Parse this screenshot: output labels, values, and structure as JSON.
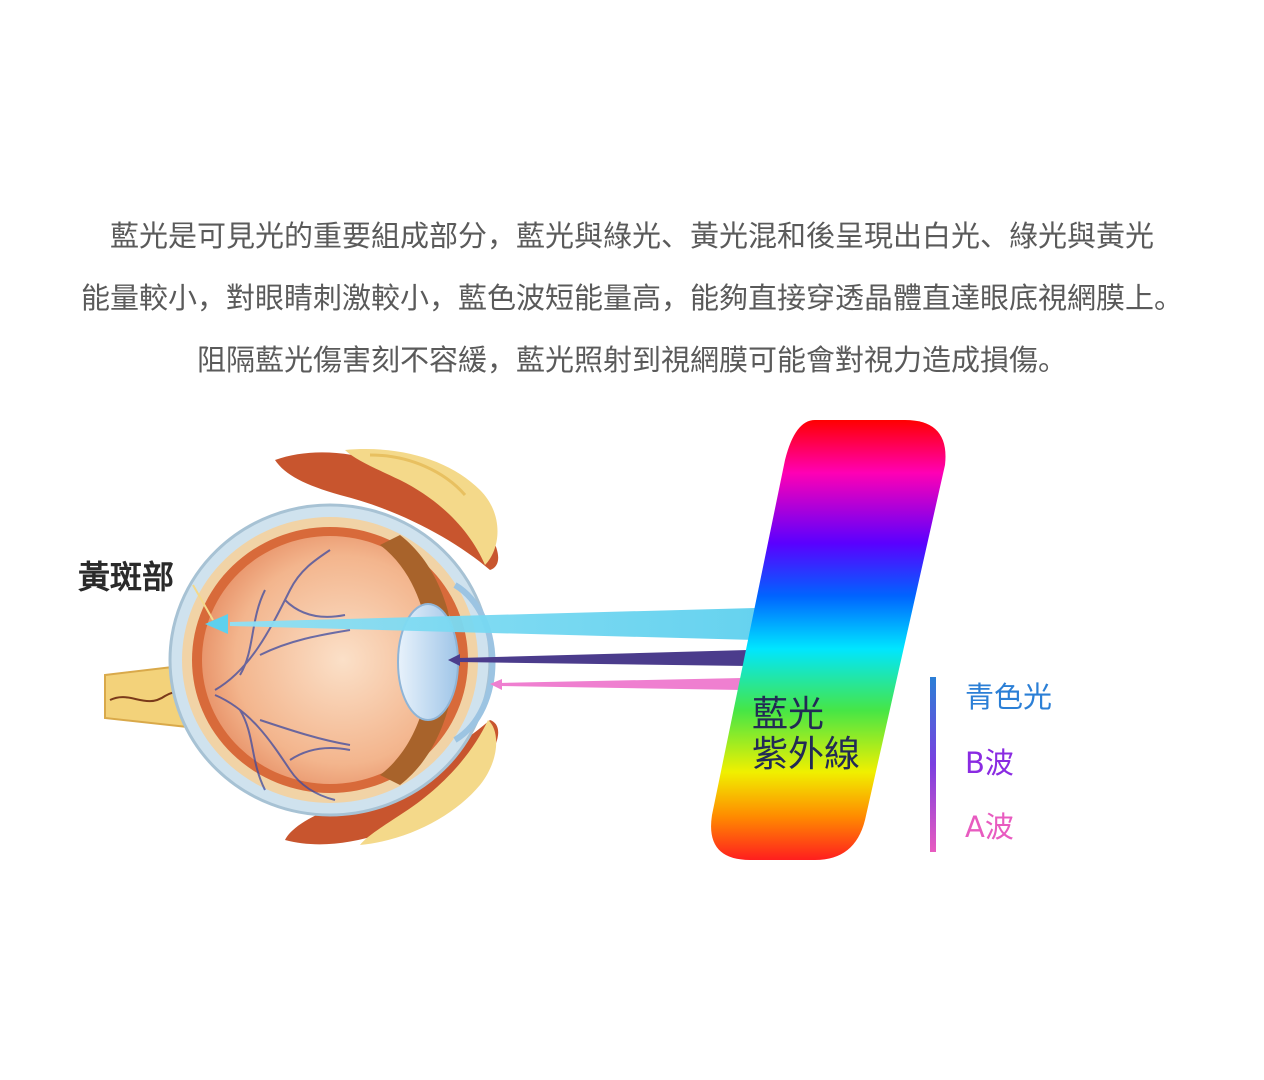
{
  "paragraph": {
    "line1": "藍光是可見光的重要組成部分，藍光與綠光、黃光混和後呈現出白光、綠光與黃光",
    "line2": "能量較小，對眼睛刺激較小，藍色波短能量高，能夠直接穿透晶體直達眼底視網膜上。",
    "line3": "阻隔藍光傷害刻不容緩，藍光照射到視網膜可能會對視力造成損傷。"
  },
  "diagram": {
    "macula_label": "黃斑部",
    "band_label_1": "藍光",
    "band_label_2": "紫外線",
    "legend": [
      {
        "label": "青色光",
        "color": "#2b7fd6"
      },
      {
        "label": "B波",
        "color": "#8a2be2"
      },
      {
        "label": "A波",
        "color": "#e85bc0"
      }
    ]
  },
  "colors": {
    "ray_cyan": "#5ed0ee",
    "ray_purple": "#4b3c8c",
    "ray_pink": "#ef7fd0"
  }
}
